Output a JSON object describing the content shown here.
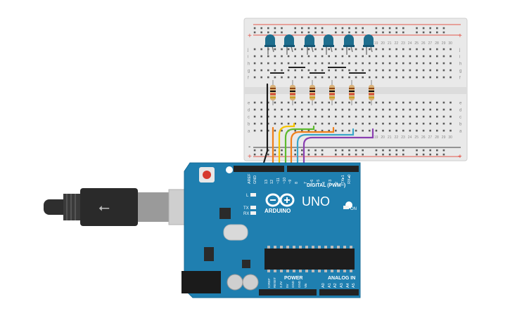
{
  "breadboard": {
    "rail_plus": "+",
    "rail_minus": "-",
    "row_letters_top": [
      "j",
      "i",
      "h",
      "g",
      "f"
    ],
    "row_letters_bottom": [
      "e",
      "d",
      "c",
      "b",
      "a"
    ],
    "col_numbers_visible": [
      "19",
      "20",
      "21",
      "22",
      "23",
      "24",
      "25",
      "26",
      "27",
      "28",
      "29",
      "30"
    ]
  },
  "leds": {
    "count": 6,
    "color": "#1e6e8e"
  },
  "resistors": {
    "count": 6
  },
  "wires": {
    "colors": [
      "#000000",
      "#f07f1a",
      "#f5c400",
      "#5dbb2e",
      "#3aa6c9",
      "#8a3fb0"
    ]
  },
  "arduino": {
    "brand": "ARDUINO",
    "model": "UNO",
    "logo_symbols": "-+",
    "on_label": "ON",
    "l_label": "L",
    "tx_label": "TX",
    "rx_label": "RX",
    "digital_header_label": "DIGITAL (PWM~)",
    "digital_pins": [
      "AREF",
      "GND",
      "13",
      "12",
      "~11",
      "~10",
      "~9",
      "8",
      "7",
      "~6",
      "~5",
      "4",
      "~3",
      "2",
      "TX▸1",
      "RX◂0"
    ],
    "power_label": "POWER",
    "analog_label": "ANALOG IN",
    "power_pins": [
      "IOREF",
      "RESET",
      "3.3V",
      "5V",
      "GND",
      "GND",
      "Vin"
    ],
    "analog_pins": [
      "A0",
      "A1",
      "A2",
      "A3",
      "A4",
      "A5"
    ]
  },
  "usb_cable": {
    "symbol": "⭠"
  }
}
